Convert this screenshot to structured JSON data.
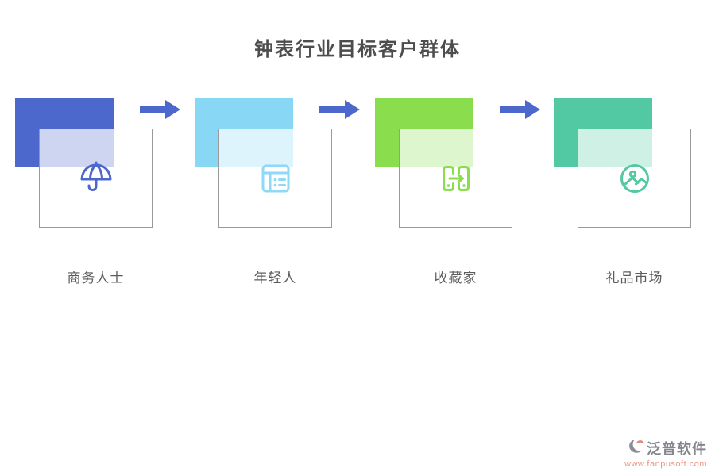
{
  "title": "钟表行业目标客户群体",
  "groups": [
    {
      "label": "商务人士",
      "accent_color": "#4d68cc",
      "icon": "umbrella-icon",
      "icon_color": "#4d68cc"
    },
    {
      "label": "年轻人",
      "accent_color": "#87d7f5",
      "icon": "calendar-list-icon",
      "icon_color": "#8ed9f7"
    },
    {
      "label": "收藏家",
      "accent_color": "#8ade4d",
      "icon": "phone-transfer-icon",
      "icon_color": "#8ade4d"
    },
    {
      "label": "礼品市场",
      "accent_color": "#52c9a2",
      "icon": "photo-icon",
      "icon_color": "#52c9a2"
    }
  ],
  "arrow_color": "#4d68cc",
  "watermark": {
    "brand": "泛普软件",
    "url": "www.fanpusoft.com",
    "brand_color": "#85878f",
    "url_color": "#e8998a",
    "logo_gray": "#8a8c96",
    "logo_salmon": "#dd8d7e"
  }
}
